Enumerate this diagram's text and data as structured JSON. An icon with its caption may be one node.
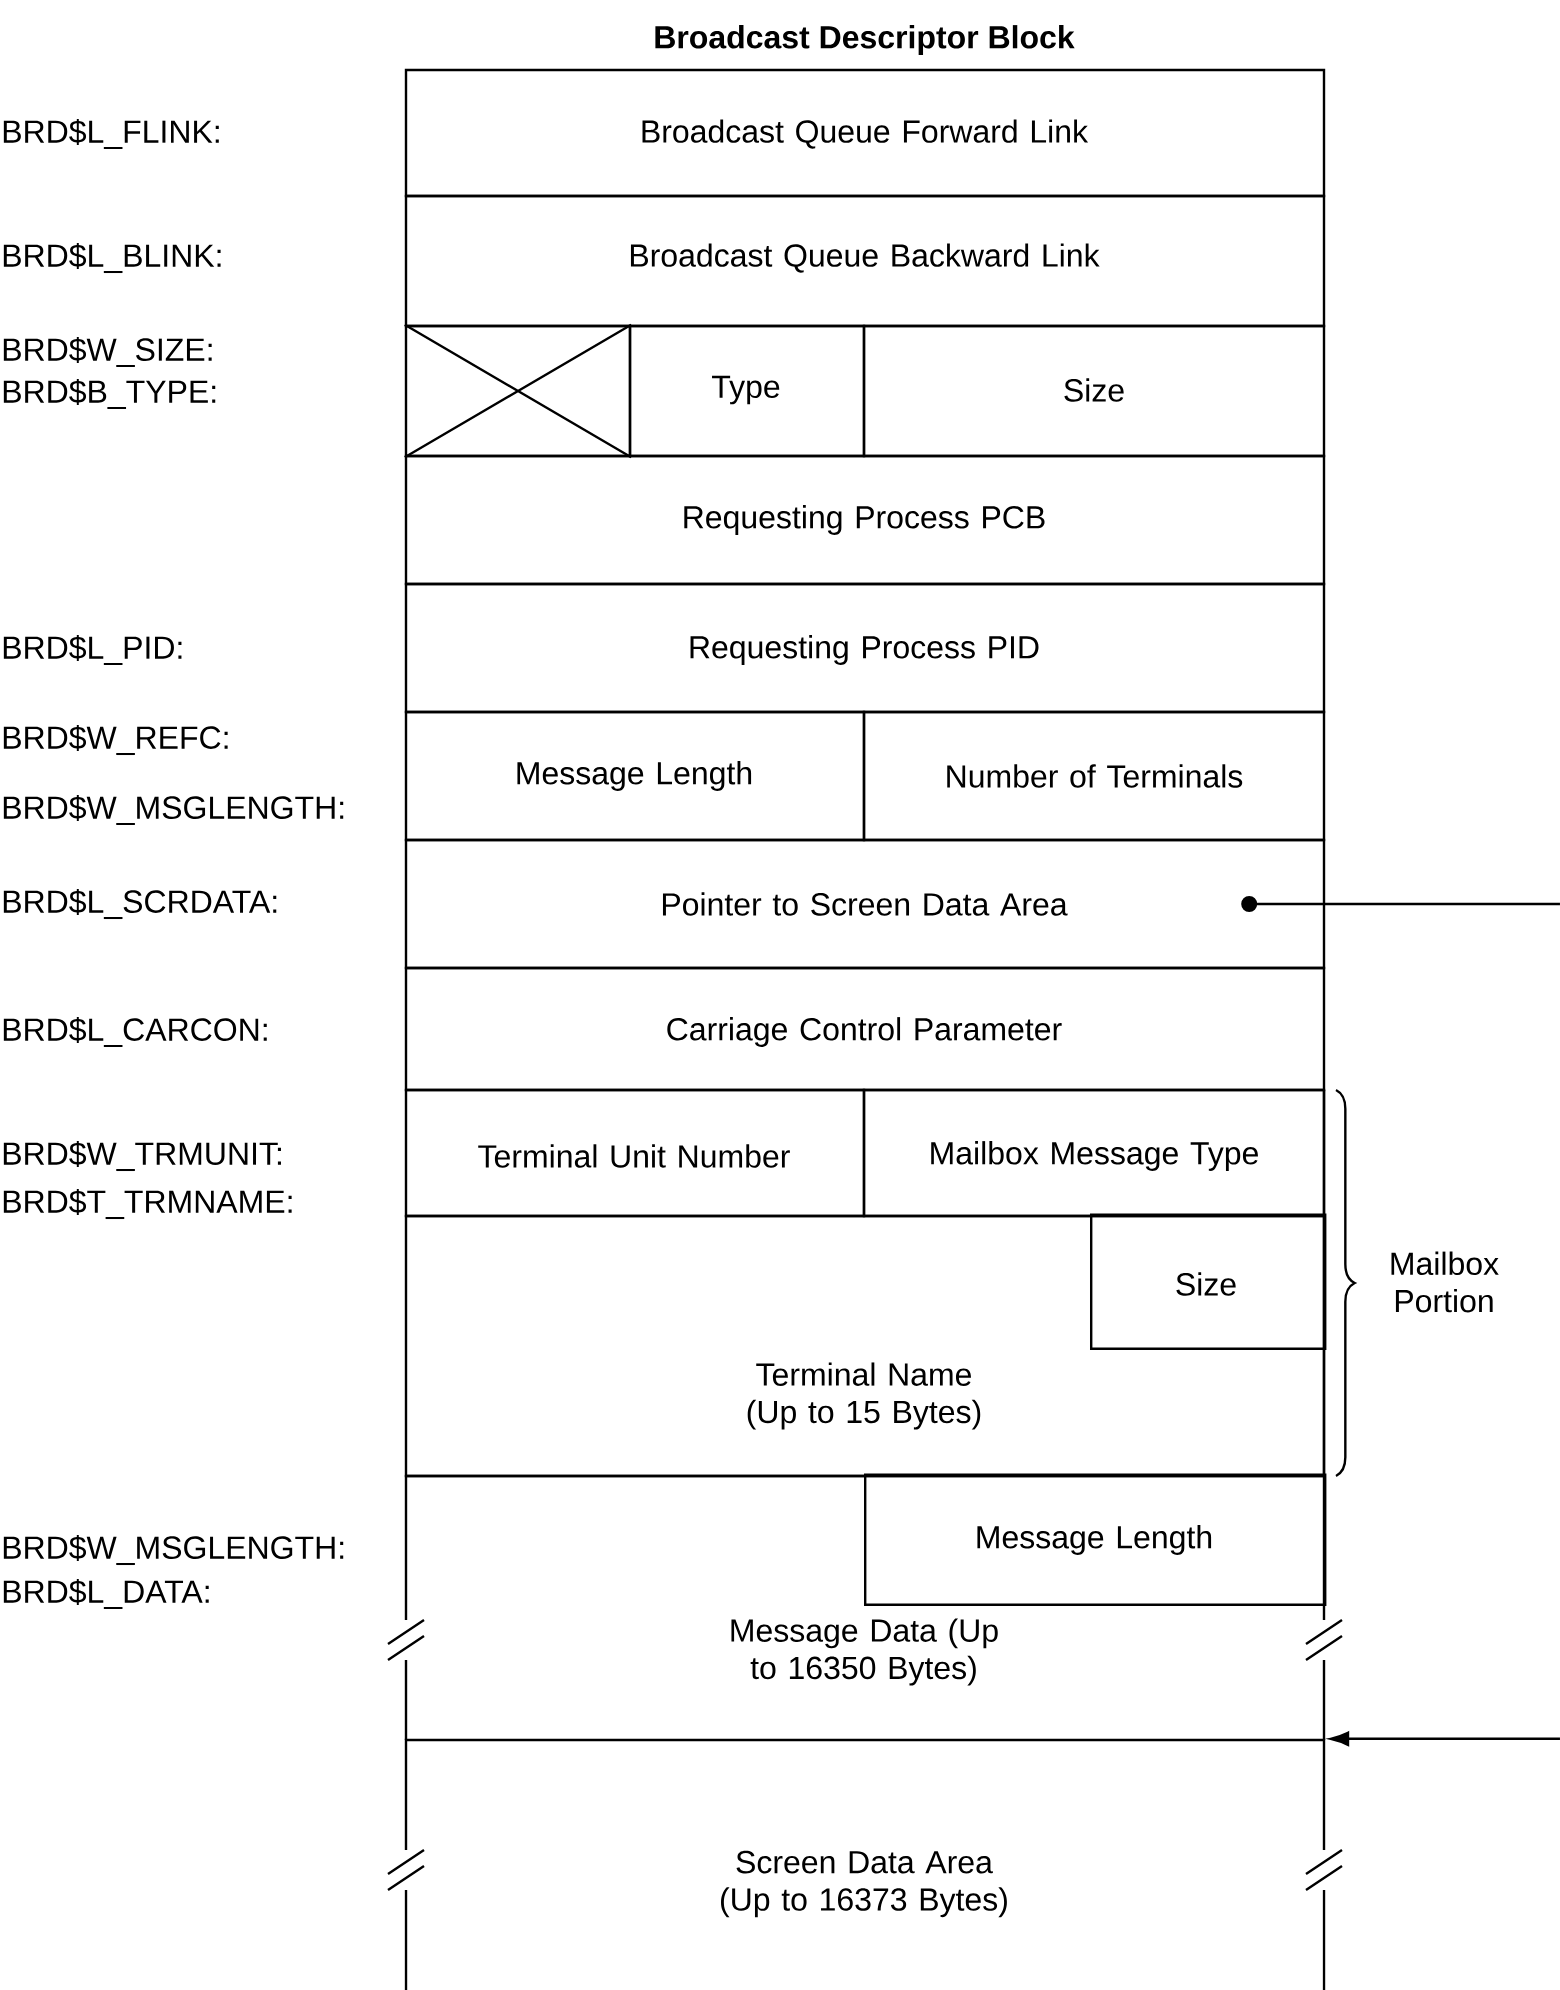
{
  "diagram": {
    "title": "Broadcast Descriptor Block",
    "nodes": [
      {
        "text": [
          "Broadcast Queue Forward Link"
        ]
      },
      {
        "text": [
          "Broadcast Queue Backward Link"
        ]
      },
      {
        "text": [],
        "shape": "box"
      },
      {
        "text": [
          "Type"
        ]
      },
      {
        "text": [
          "Size"
        ]
      },
      {
        "text": [
          "Requesting Process PCB"
        ]
      },
      {
        "text": [
          "Requesting Process PID"
        ]
      },
      {
        "text": [
          "Message Length"
        ]
      },
      {
        "text": [
          "Number of Terminals"
        ]
      },
      {
        "text": [
          "Pointer to Screen Data Area"
        ]
      },
      {
        "text": [
          "Carriage Control Parameter"
        ]
      },
      {
        "text": [
          "Terminal Unit Number"
        ]
      },
      {
        "text": [
          "Mailbox Message Type"
        ]
      },
      {
        "text": [
          "Terminal Name (Up to 15 Bytes)"
        ]
      },
      {
        "text": [
          "Size"
        ],
        "in": 13
      },
      {
        "text": [
          "Message Data (Up to 16350 Bytes)"
        ]
      },
      {
        "text": [
          "Message Length"
        ],
        "in": 15
      },
      {
        "text": [
          "Screen Data Area (Up to 16373 Bytes)"
        ]
      }
    ],
    "edges": [
      {
        "from": 9,
        "to": 17,
        "arrow": "to"
      }
    ],
    "labels": [
      "BRD$L_FLINK:",
      "BRD$L_BLINK:",
      "BRD$W_SIZE:",
      "BRD$B_TYPE:",
      "BRD$L_PID:",
      "BRD$W_REFC:",
      "BRD$W_MSGLENGTH:",
      "BRD$L_SCRDATA:",
      "BRD$L_CARCON:",
      "BRD$W_TRMUNIT:",
      "BRD$T_TRMNAME:",
      "BRD$W_MSGLENGTH:",
      "BRD$L_DATA:",
      "Mailbox Portion"
    ]
  }
}
